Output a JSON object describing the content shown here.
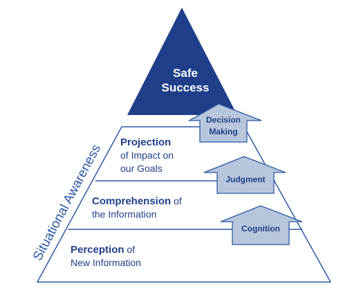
{
  "diagram": {
    "apex": {
      "line1": "Safe",
      "line2": "Success"
    },
    "levels": [
      {
        "title": "Projection",
        "rest_line1": "of Impact on",
        "rest_line2": "our Goals"
      },
      {
        "title": "Comprehension",
        "rest_line1": " of",
        "rest_line2": "the Information"
      },
      {
        "title": "Perception",
        "rest_line1": " of",
        "rest_line2": "New Information"
      }
    ],
    "arrows": [
      {
        "line1": "Decision",
        "line2": "Making"
      },
      {
        "label": "Judgment"
      },
      {
        "label": "Cognition"
      }
    ],
    "side_label": "Situational Awareness",
    "colors": {
      "apex_fill": "#1f3f8a",
      "text": "#1f3f8a",
      "outline": "#2c58a6",
      "arrow_fill": "#b8c6dc"
    }
  }
}
